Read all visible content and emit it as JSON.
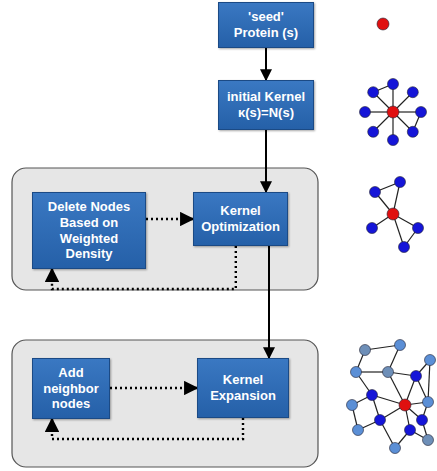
{
  "diagram": {
    "nodes": [
      {
        "text": [
          "'seed' Protein (s)"
        ]
      },
      {
        "text": [
          "initial Kernel κ(s)=N(s)"
        ]
      },
      {
        "text": [
          "Delete Nodes Based on Weighted Density"
        ]
      },
      {
        "text": [
          "Kernel Optimization"
        ]
      },
      {
        "text": [
          "Add neighbor nodes"
        ]
      },
      {
        "text": [
          "Kernel Expansion"
        ]
      }
    ],
    "edges": [
      {
        "from": 0,
        "to": 1,
        "arrow": "to"
      },
      {
        "from": 1,
        "to": 3,
        "arrow": "to"
      },
      {
        "from": 2,
        "to": 3,
        "arrow": "to"
      },
      {
        "from": 3,
        "to": 2,
        "arrow": "to"
      },
      {
        "from": 3,
        "to": 5,
        "arrow": "to"
      },
      {
        "from": 4,
        "to": 5,
        "arrow": "to"
      },
      {
        "from": 5,
        "to": 4,
        "arrow": "to"
      }
    ]
  }
}
